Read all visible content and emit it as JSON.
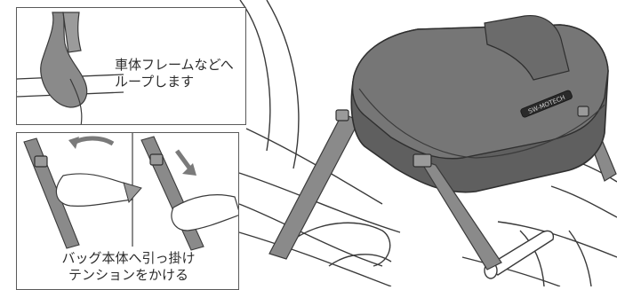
{
  "colors": {
    "strap": "#8a8a8a",
    "bag_top": "#767676",
    "bag_side": "#5f5f5f",
    "outline": "#3a3a3a",
    "panel_border": "#5a5a5a"
  },
  "top_panel": {
    "caption_line1": "車体フレームなどへ",
    "caption_line2": "ループします"
  },
  "bottom_panel": {
    "caption_line1": "バッグ本体へ引っ掛け",
    "caption_line2": "テンションをかける"
  },
  "bag": {
    "logo_text": "SW-MOTECH"
  }
}
